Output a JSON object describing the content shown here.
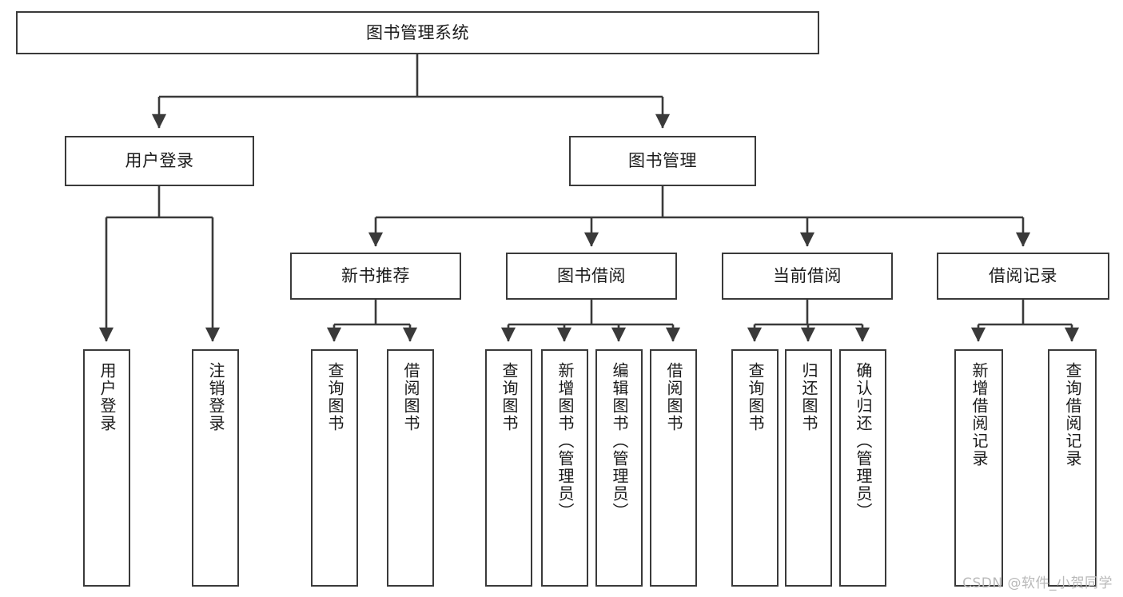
{
  "diagram": {
    "title": "图书管理系统",
    "type": "hierarchy-tree",
    "root": {
      "id": "root",
      "label": "图书管理系统",
      "orientation": "horizontal"
    },
    "level2": [
      {
        "id": "user-login",
        "label": "用户登录",
        "orientation": "horizontal"
      },
      {
        "id": "book-manage",
        "label": "图书管理",
        "orientation": "horizontal"
      }
    ],
    "level3": [
      {
        "id": "new-book-recommend",
        "label": "新书推荐",
        "orientation": "horizontal",
        "parent": "book-manage"
      },
      {
        "id": "book-borrow",
        "label": "图书借阅",
        "orientation": "horizontal",
        "parent": "book-manage"
      },
      {
        "id": "current-borrow",
        "label": "当前借阅",
        "orientation": "horizontal",
        "parent": "book-manage"
      },
      {
        "id": "borrow-record",
        "label": "借阅记录",
        "orientation": "horizontal",
        "parent": "book-manage"
      }
    ],
    "leaves": [
      {
        "id": "leaf-user-login",
        "label": "用户登录",
        "orientation": "vertical",
        "parent": "user-login"
      },
      {
        "id": "leaf-logout-login",
        "label": "注销登录",
        "orientation": "vertical",
        "parent": "user-login"
      },
      {
        "id": "leaf-query-book-1",
        "label": "查询图书",
        "orientation": "vertical",
        "parent": "new-book-recommend"
      },
      {
        "id": "leaf-borrow-book-1",
        "label": "借阅图书",
        "orientation": "vertical",
        "parent": "new-book-recommend"
      },
      {
        "id": "leaf-query-book-2",
        "label": "查询图书",
        "orientation": "vertical",
        "parent": "book-borrow"
      },
      {
        "id": "leaf-add-book",
        "label": "新增图书（管理员）",
        "orientation": "vertical",
        "parent": "book-borrow"
      },
      {
        "id": "leaf-edit-book",
        "label": "编辑图书（管理员）",
        "orientation": "vertical",
        "parent": "book-borrow"
      },
      {
        "id": "leaf-borrow-book-2",
        "label": "借阅图书",
        "orientation": "vertical",
        "parent": "book-borrow"
      },
      {
        "id": "leaf-query-book-3",
        "label": "查询图书",
        "orientation": "vertical",
        "parent": "current-borrow"
      },
      {
        "id": "leaf-return-book",
        "label": "归还图书",
        "orientation": "vertical",
        "parent": "current-borrow"
      },
      {
        "id": "leaf-confirm-return",
        "label": "确认归还（管理员）",
        "orientation": "vertical",
        "parent": "current-borrow"
      },
      {
        "id": "leaf-add-record",
        "label": "新增借阅记录",
        "orientation": "vertical",
        "parent": "borrow-record"
      },
      {
        "id": "leaf-query-record",
        "label": "查询借阅记录",
        "orientation": "vertical",
        "parent": "borrow-record"
      }
    ]
  },
  "watermark": {
    "text": "CSDN @软件_小贺同学"
  },
  "colors": {
    "stroke": "#3a3a3a",
    "background": "#ffffff",
    "text": "#1a1a1a",
    "watermark": "#b9b9b9"
  }
}
